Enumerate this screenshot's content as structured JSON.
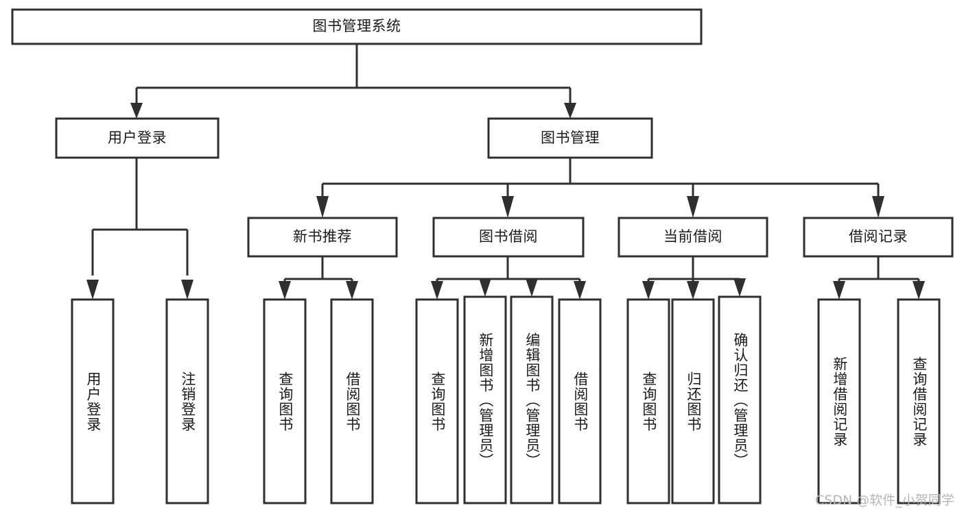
{
  "diagram": {
    "type": "tree-hierarchy-chart",
    "title": "图书管理系统",
    "watermark": "CSDN @软件_小贺同学",
    "colors": {
      "stroke": "#2f2f2f",
      "fill": "#ffffff",
      "text": "#1a1a1a",
      "watermark": "#b6b6b6"
    },
    "root": {
      "label": "图书管理系统"
    },
    "level1": [
      {
        "label": "用户登录"
      },
      {
        "label": "图书管理"
      }
    ],
    "level2": [
      {
        "label": "新书推荐"
      },
      {
        "label": "图书借阅"
      },
      {
        "label": "当前借阅"
      },
      {
        "label": "借阅记录"
      }
    ],
    "leaves": {
      "user_login": [
        {
          "label": "用户登录"
        },
        {
          "label": "注销登录"
        }
      ],
      "new_book_recommend": [
        {
          "label": "查询图书"
        },
        {
          "label": "借阅图书"
        }
      ],
      "book_borrow": [
        {
          "label": "查询图书"
        },
        {
          "label": "新增图书（管理员）"
        },
        {
          "label": "编辑图书（管理员）"
        },
        {
          "label": "借阅图书"
        }
      ],
      "current_borrow": [
        {
          "label": "查询图书"
        },
        {
          "label": "归还图书"
        },
        {
          "label": "确认归还（管理员）"
        }
      ],
      "borrow_record": [
        {
          "label": "新增借阅记录"
        },
        {
          "label": "查询借阅记录"
        }
      ]
    }
  }
}
